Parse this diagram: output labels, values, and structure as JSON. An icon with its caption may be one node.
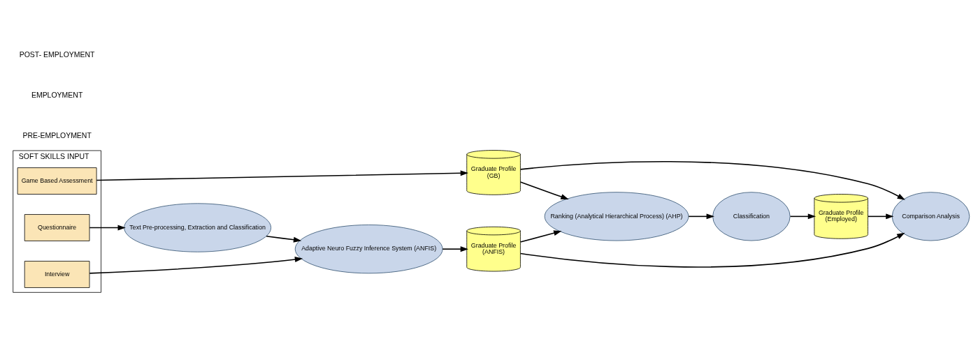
{
  "diagram": {
    "nodes": [
      {
        "text": [
          "SOFT SKILLS INPUT"
        ]
      },
      {
        "text": [
          "Game Based Assessment"
        ],
        "in": 0
      },
      {
        "text": [
          "Questionnaire"
        ],
        "in": 0
      },
      {
        "text": [
          "Interview"
        ],
        "in": 0
      },
      {
        "text": [
          "Graduate Profile",
          "(GB)"
        ]
      },
      {
        "text": [
          "Text Pre-processing, Extraction and Classification"
        ]
      },
      {
        "text": [
          "Adaptive Neuro Fuzzy Inference System (ANFIS)"
        ]
      },
      {
        "text": [
          "Graduate Profile",
          "(ANFIS)"
        ]
      },
      {
        "text": [
          "Ranking (Analytical Hierarchical Process) (AHP)"
        ]
      },
      {
        "text": [
          "Classification"
        ]
      },
      {
        "text": [
          "Graduate Profile",
          "(Employed)"
        ]
      },
      {
        "text": [
          "Comparison Analysis"
        ]
      }
    ],
    "edges": [
      {
        "from": 1,
        "to": 4,
        "arrow": "to"
      },
      {
        "from": 2,
        "to": 5,
        "arrow": "to"
      },
      {
        "from": 3,
        "to": 6,
        "arrow": "to"
      },
      {
        "from": 5,
        "to": 6,
        "arrow": "to"
      },
      {
        "from": 4,
        "to": 8,
        "arrow": "to"
      },
      {
        "from": 6,
        "to": 7,
        "arrow": "to"
      },
      {
        "from": 7,
        "to": 8,
        "arrow": "to"
      },
      {
        "from": 8,
        "to": 9,
        "arrow": "to"
      },
      {
        "from": 9,
        "to": 10,
        "arrow": "to"
      },
      {
        "from": 10,
        "to": 11,
        "arrow": "to"
      },
      {
        "from": 4,
        "to": 11,
        "arrow": "to"
      },
      {
        "from": 7,
        "to": 11,
        "arrow": "to"
      }
    ],
    "labels": [
      "PRE-EMPLOYMENT",
      "EMPLOYMENT",
      "POST- EMPLOYMENT"
    ]
  }
}
